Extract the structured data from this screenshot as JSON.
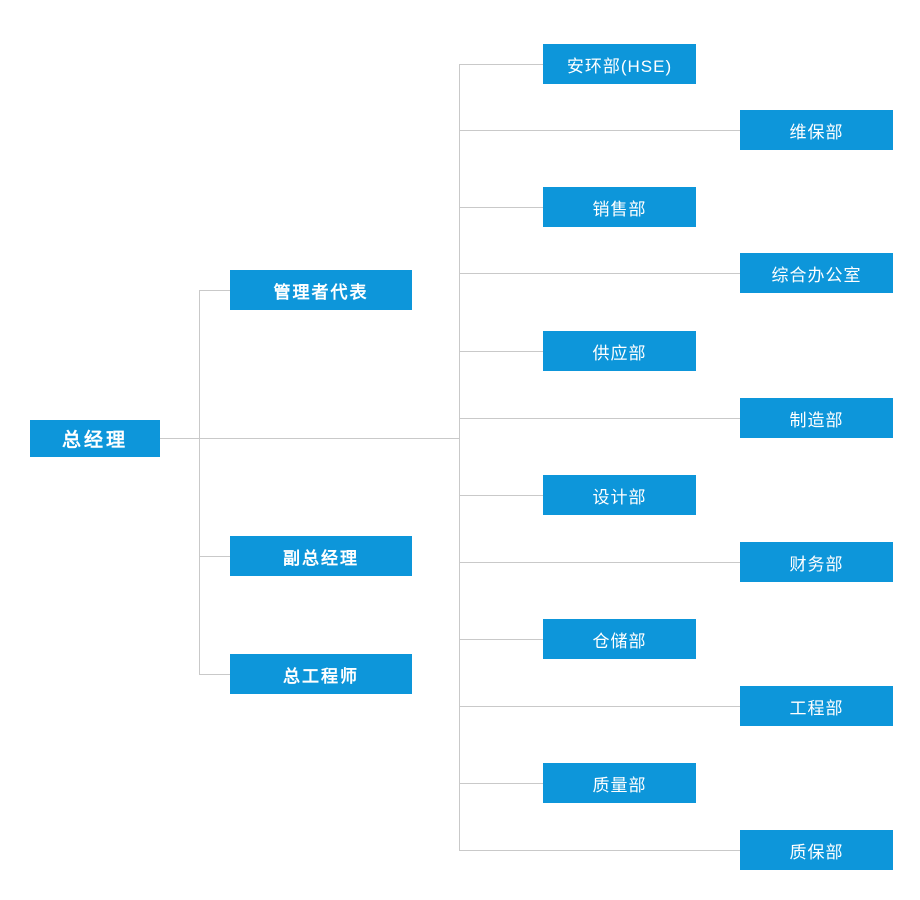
{
  "diagram": {
    "type": "organization-chart",
    "accent_color": "#0d96da",
    "line_color": "#c9c9c9",
    "text_color": "#ffffff",
    "background": "#ffffff"
  },
  "root": {
    "label": "总经理"
  },
  "level2": [
    {
      "label": "管理者代表"
    },
    {
      "label": "副总经理"
    },
    {
      "label": "总工程师"
    }
  ],
  "departments": [
    {
      "label": "安环部(HSE)",
      "column": "inner"
    },
    {
      "label": "维保部",
      "column": "outer"
    },
    {
      "label": "销售部",
      "column": "inner"
    },
    {
      "label": "综合办公室",
      "column": "outer"
    },
    {
      "label": "供应部",
      "column": "inner"
    },
    {
      "label": "制造部",
      "column": "outer"
    },
    {
      "label": "设计部",
      "column": "inner"
    },
    {
      "label": "财务部",
      "column": "outer"
    },
    {
      "label": "仓储部",
      "column": "inner"
    },
    {
      "label": "工程部",
      "column": "outer"
    },
    {
      "label": "质量部",
      "column": "inner"
    },
    {
      "label": "质保部",
      "column": "outer"
    }
  ]
}
